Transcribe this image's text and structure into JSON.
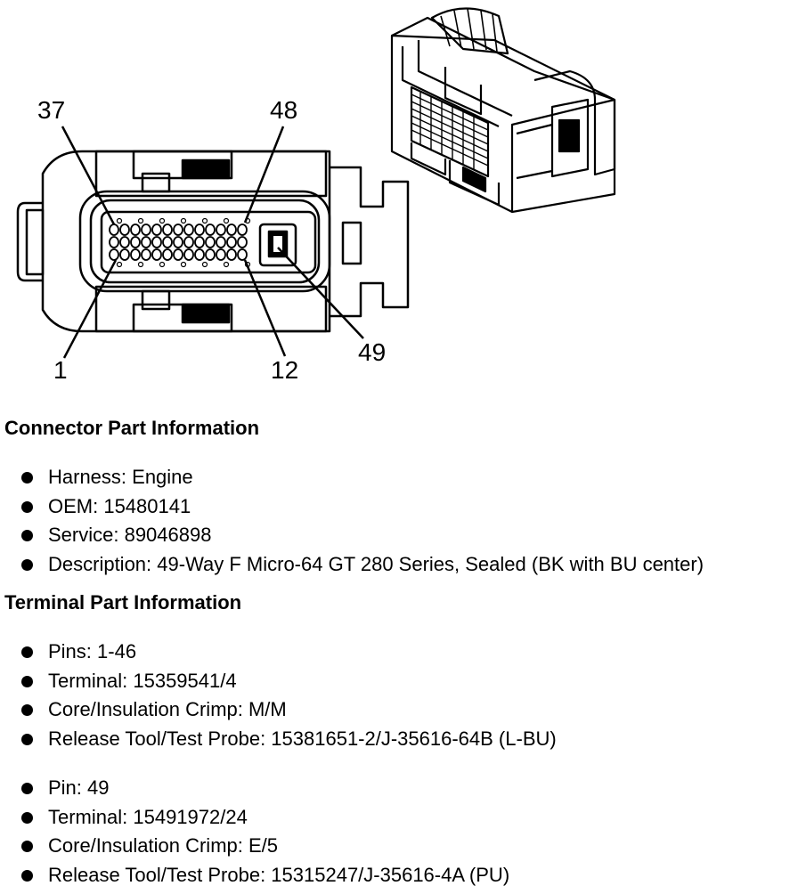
{
  "figure": {
    "callouts": [
      "37",
      "48",
      "1",
      "12",
      "49"
    ]
  },
  "connector": {
    "title": "Connector Part Information",
    "items": [
      "Harness: Engine",
      "OEM: 15480141",
      "Service: 89046898",
      "Description: 49-Way F Micro-64 GT 280 Series, Sealed (BK with BU center)"
    ]
  },
  "terminal": {
    "title": "Terminal Part Information",
    "group1": [
      "Pins: 1-46",
      "Terminal: 15359541/4",
      "Core/Insulation Crimp: M/M",
      "Release Tool/Test Probe: 15381651-2/J-35616-64B (L-BU)"
    ],
    "group2": [
      "Pin: 49",
      "Terminal: 15491972/24",
      "Core/Insulation Crimp: E/5",
      "Release Tool/Test Probe: 15315247/J-35616-4A (PU)"
    ]
  }
}
